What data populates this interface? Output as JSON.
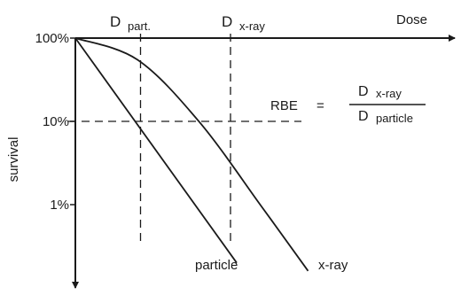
{
  "chart_data": {
    "type": "line",
    "title": "",
    "xlabel": "Dose",
    "ylabel": "survival",
    "y_scale": "log",
    "y_tick_labels": [
      "100%",
      "10%",
      "1%"
    ],
    "y_tick_values": [
      1,
      0.1,
      0.01
    ],
    "xlim": [
      0,
      10
    ],
    "ylim": [
      0.001,
      1
    ],
    "grid": false,
    "series": [
      {
        "name": "particle",
        "style": "straight",
        "x": [
          0,
          5.2
        ],
        "y": [
          1,
          0.002
        ]
      },
      {
        "name": "x-ray",
        "style": "shoulder",
        "x": [
          0,
          2,
          4,
          6,
          7.5
        ],
        "y": [
          1,
          0.55,
          0.098,
          0.0095,
          0.0016
        ]
      }
    ],
    "reference_lines": [
      {
        "label_main": "D",
        "label_sub": "part.",
        "axis": "x",
        "value": 2.1
      },
      {
        "label_main": "D",
        "label_sub": "x-ray",
        "axis": "x",
        "value": 5.0
      },
      {
        "axis": "y",
        "value": 0.1
      }
    ],
    "annotation": {
      "lhs": "RBE",
      "eq": "=",
      "num_main": "D",
      "num_sub": "x-ray",
      "den_main": "D",
      "den_sub": "particle"
    },
    "colors": {
      "ink": "#1a1a1a",
      "background": "#ffffff"
    }
  }
}
